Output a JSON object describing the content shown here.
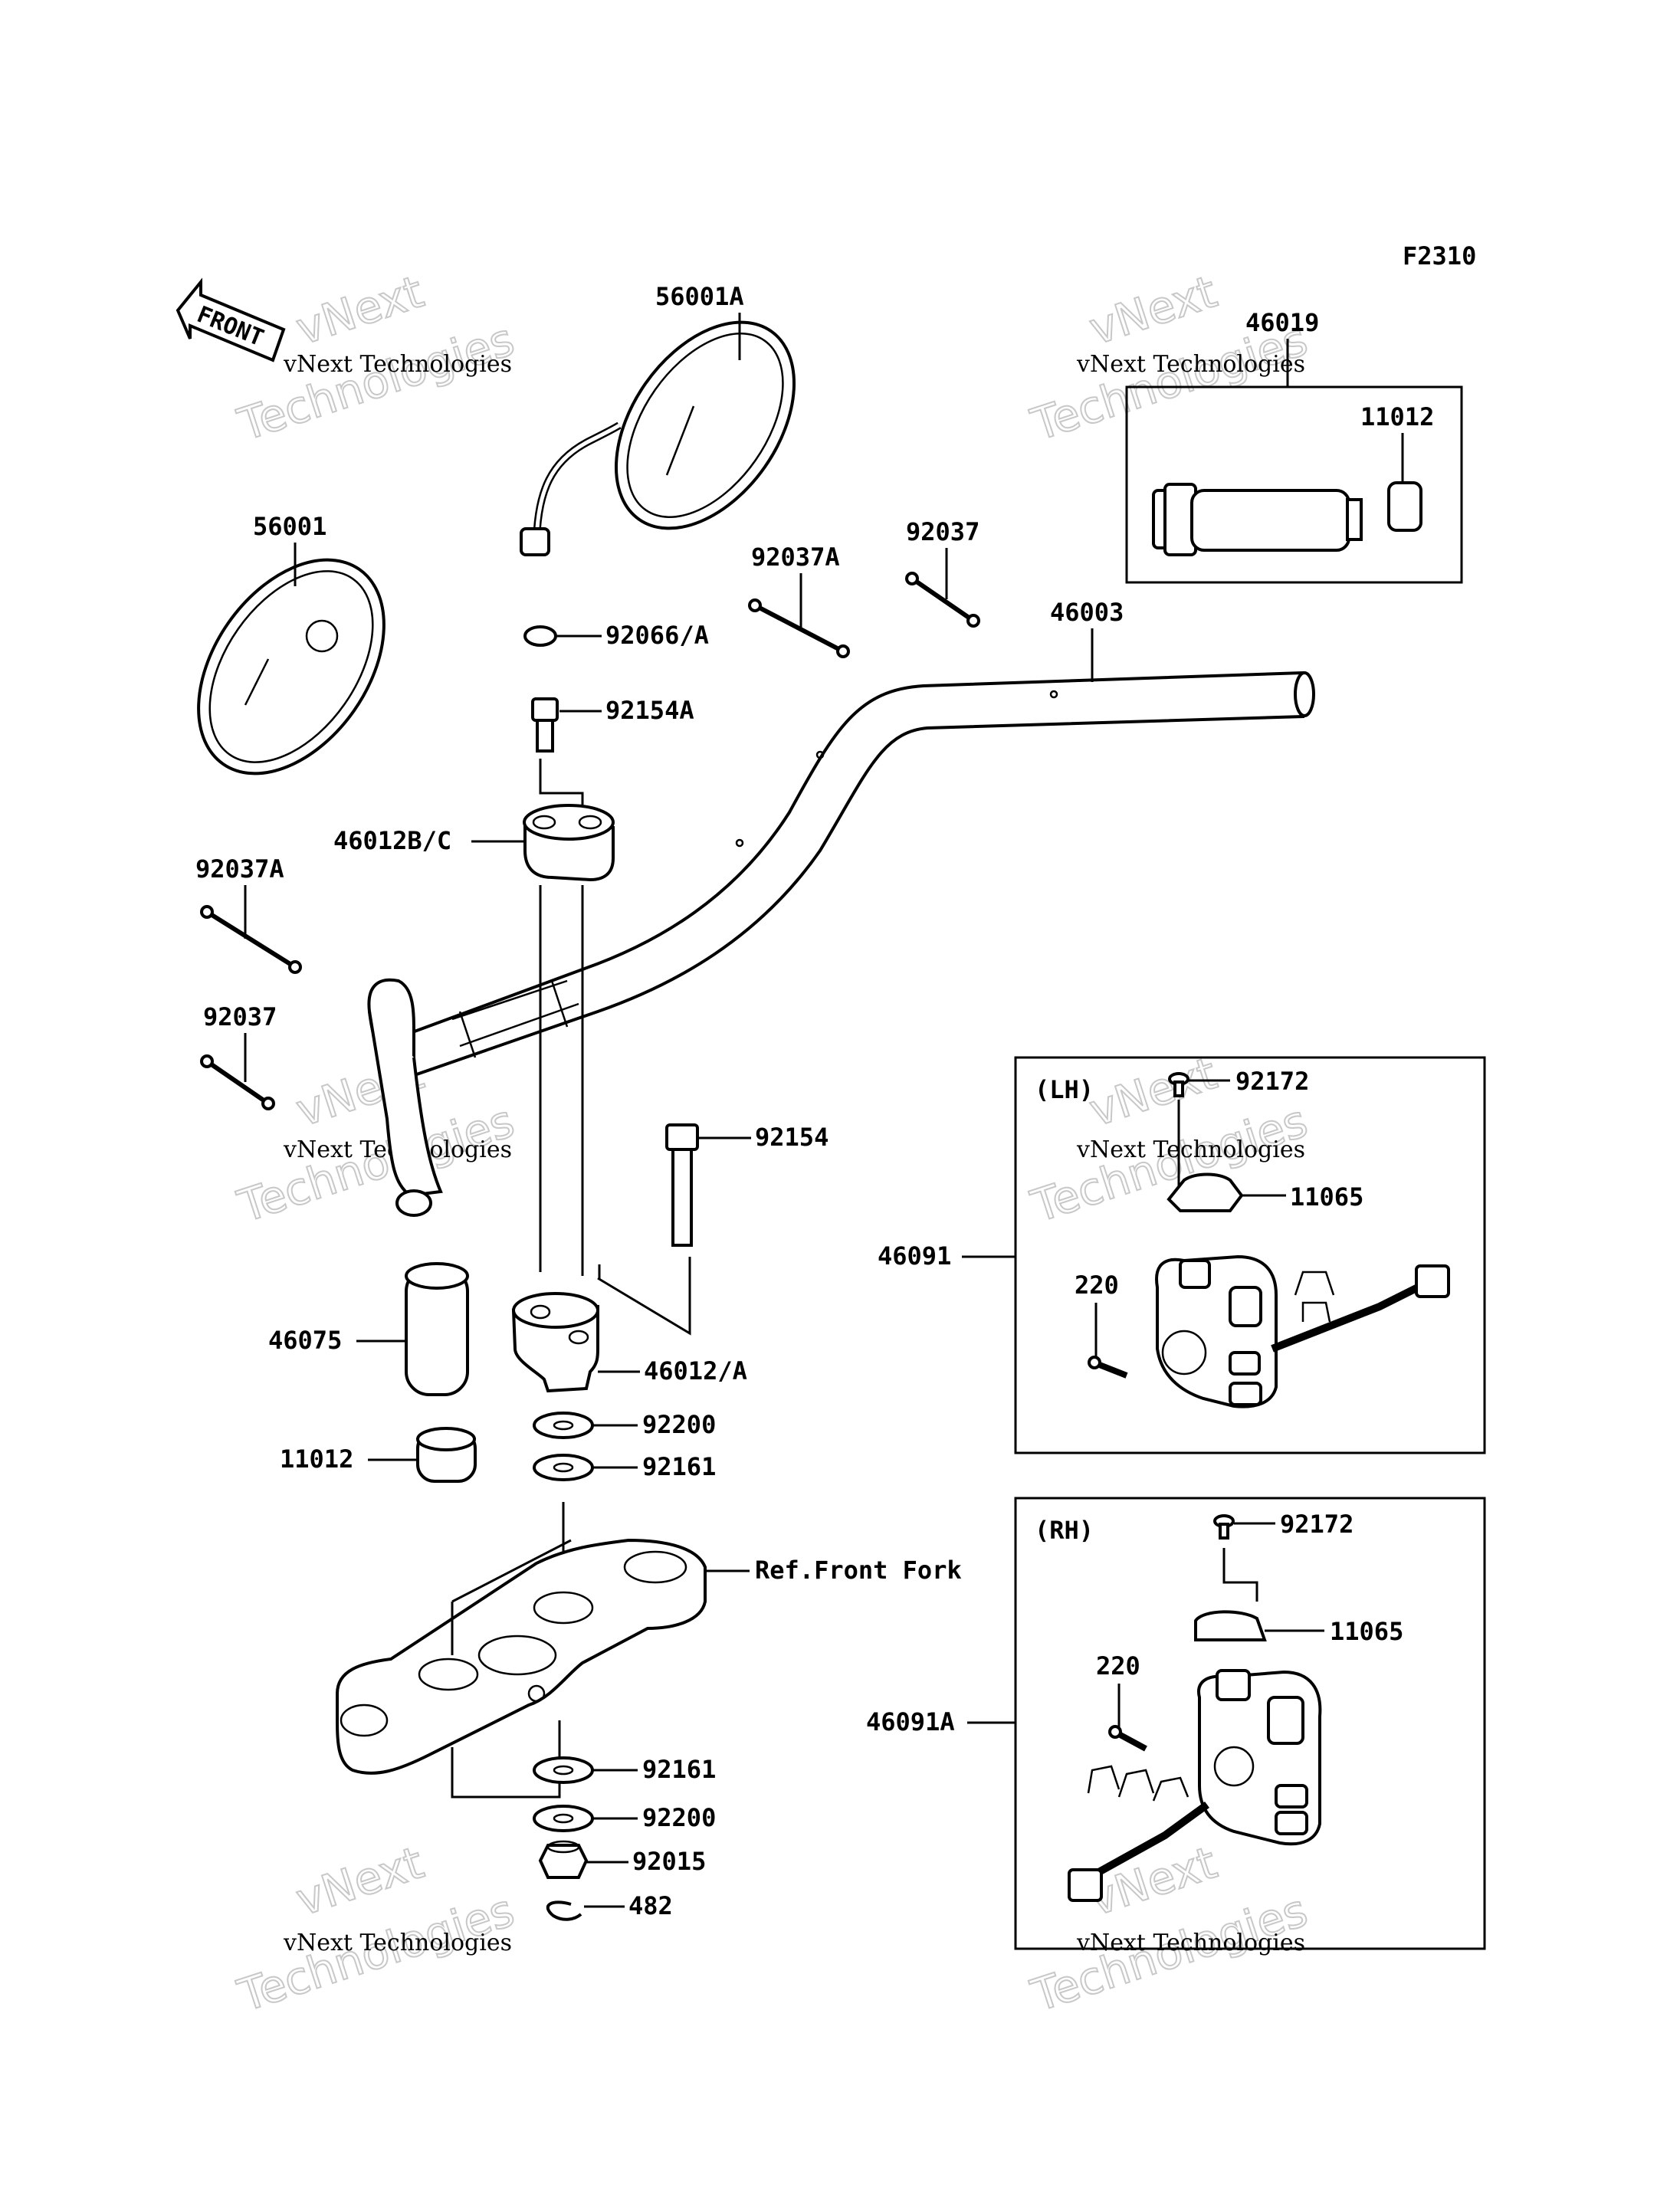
{
  "figure_code": "F2310",
  "front_arrow_label": "FRONT",
  "watermark": {
    "line1": "vNext Technologies",
    "line2": "vNext Technologies"
  },
  "boxes": {
    "lh_label": "(LH)",
    "rh_label": "(RH)"
  },
  "callouts": [
    "56001A",
    "46019",
    "11012",
    "56001",
    "92037A",
    "92037",
    "46003",
    "92066/A",
    "92154A",
    "46012B/C",
    "92037A",
    "92037",
    "92154",
    "46075",
    "46012/A",
    "92200",
    "92161",
    "11012",
    "Ref.Front Fork",
    "92161",
    "92200",
    "92015",
    "482",
    "92172",
    "11065",
    "46091",
    "220",
    "92172",
    "11065",
    "220",
    "46091A"
  ]
}
